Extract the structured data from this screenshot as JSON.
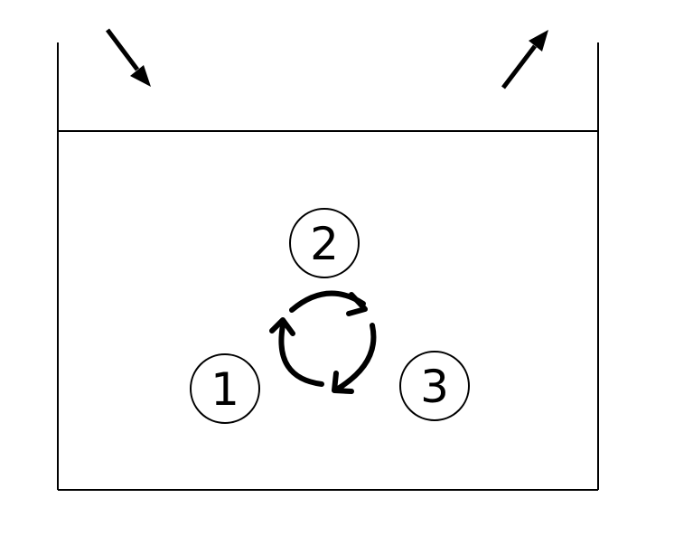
{
  "labels": {
    "one": "1",
    "two": "2",
    "three": "3"
  },
  "icons": {
    "inflow": "arrow-down-right-icon",
    "outflow": "arrow-up-right-icon",
    "cycle": "cycle-arrows-icon"
  },
  "colors": {
    "ink": "#000000",
    "background": "#ffffff"
  }
}
